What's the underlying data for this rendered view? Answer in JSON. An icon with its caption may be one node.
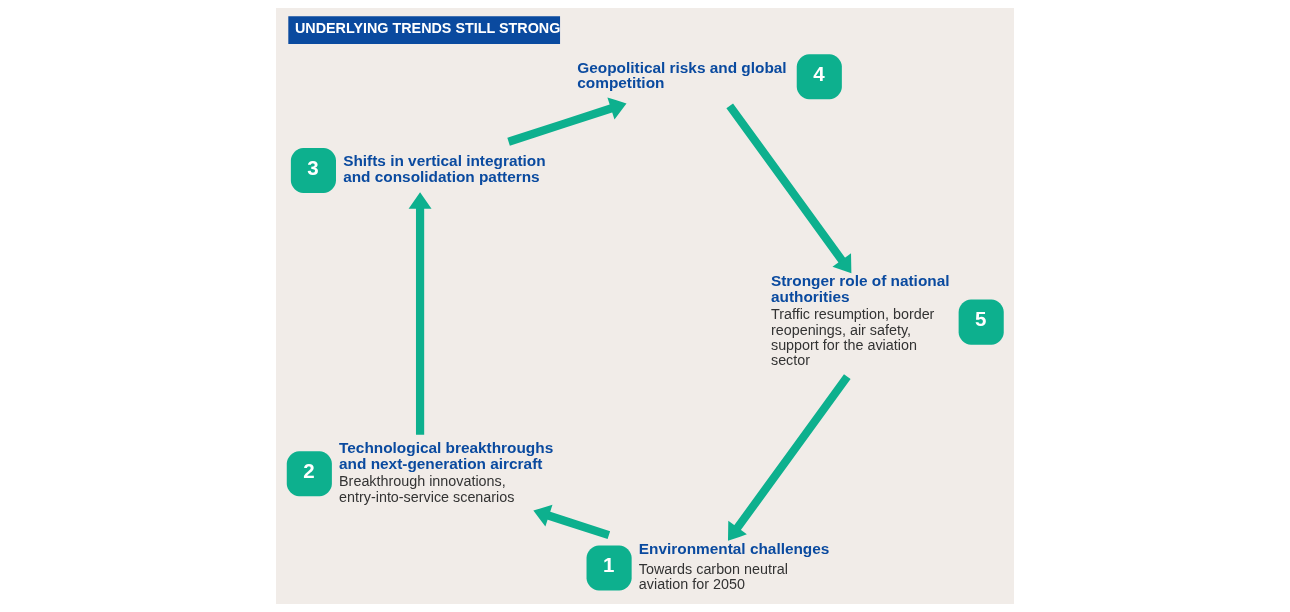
{
  "diagram": {
    "title": "UNDERLYING TRENDS STILL STRONG",
    "nodes": [
      {
        "text": [
          "1"
        ],
        "beside": [
          "Environmental challenges",
          "Towards carbon neutral aviation for 2050"
        ]
      },
      {
        "text": [
          "2"
        ],
        "beside": [
          "Technological breakthroughs and next-generation aircraft",
          "Breakthrough innovations, entry-into-service scenarios"
        ]
      },
      {
        "text": [
          "3"
        ],
        "beside": [
          "Shifts in vertical integration and consolidation patterns"
        ]
      },
      {
        "text": [
          "4"
        ],
        "beside": [
          "Geopolitical risks and global competition"
        ]
      },
      {
        "text": [
          "5"
        ],
        "beside": [
          "Stronger role of national authorities",
          "Traffic resumption, border reopenings, air safety, support for the aviation sector"
        ]
      }
    ],
    "edges": [
      {
        "from": 0,
        "to": 1,
        "arrow": "to"
      },
      {
        "from": 1,
        "to": 2,
        "arrow": "to"
      },
      {
        "from": 2,
        "to": 3,
        "arrow": "to"
      },
      {
        "from": 3,
        "to": 4,
        "arrow": "to"
      },
      {
        "from": 4,
        "to": 0,
        "arrow": "to"
      }
    ]
  }
}
